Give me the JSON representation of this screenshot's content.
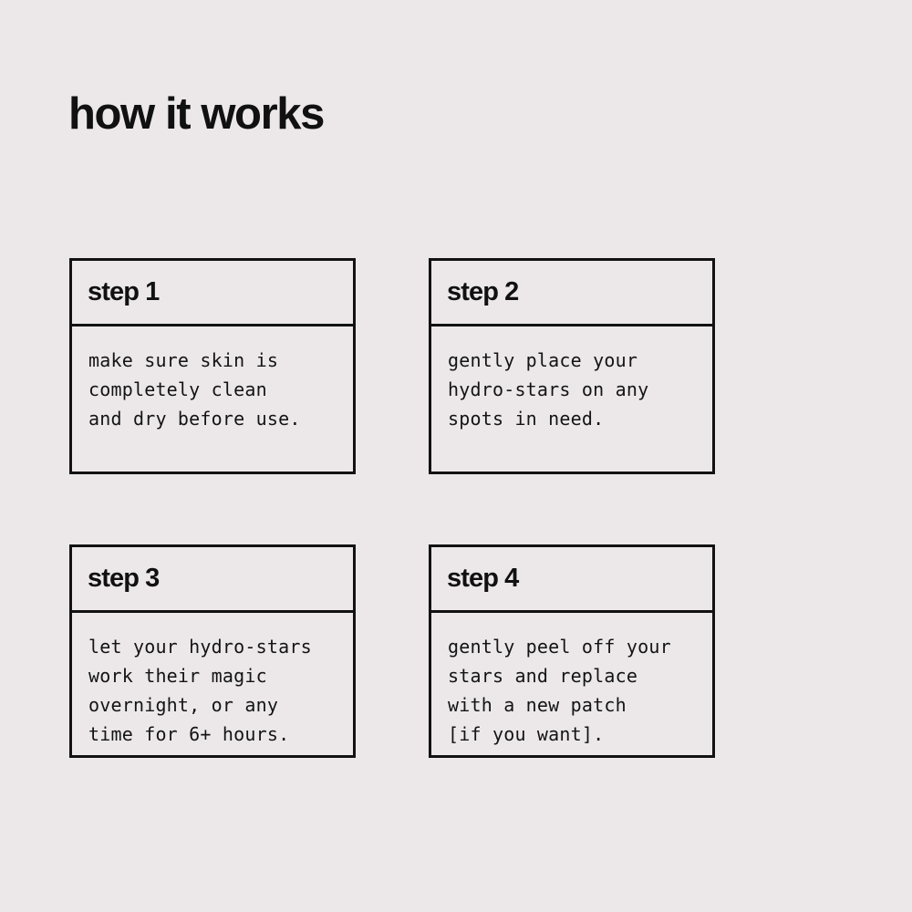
{
  "theme": {
    "background_color": "#ece8e9",
    "text_color": "#111111",
    "border_color": "#121212"
  },
  "header": {
    "title": "how it works"
  },
  "steps": [
    {
      "label": "step 1",
      "body": "make sure skin is\ncompletely clean\nand dry before use.",
      "lines": [
        "make sure skin is",
        "completely clean",
        "and dry before use."
      ]
    },
    {
      "label": "step 2",
      "body": "gently place your\nhydro-stars on any\nspots in need.",
      "lines": [
        "gently place your",
        "hydro-stars on any",
        "spots in need."
      ]
    },
    {
      "label": "step 3",
      "body": "let your hydro-stars\nwork their magic\novernight, or any\ntime for 6+ hours.",
      "lines": [
        "let your hydro-stars",
        "work their magic",
        "overnight, or any",
        "time for 6+ hours."
      ]
    },
    {
      "label": "step 4",
      "body": "gently peel off your\nstars and replace\nwith a new patch\n[if you want].",
      "lines": [
        "gently peel off your",
        "stars and replace",
        "with a new patch",
        "[if you want]."
      ]
    }
  ]
}
